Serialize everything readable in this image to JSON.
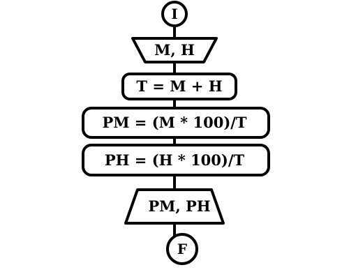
{
  "flowchart": {
    "start": {
      "label": "I"
    },
    "input": {
      "label": "M, H"
    },
    "steps": [
      {
        "label": "T = M + H"
      },
      {
        "label": "PM = (M * 100)/T"
      },
      {
        "label": "PH = (H * 100)/T"
      }
    ],
    "output": {
      "label": "PM, PH"
    },
    "end": {
      "label": "F"
    }
  }
}
